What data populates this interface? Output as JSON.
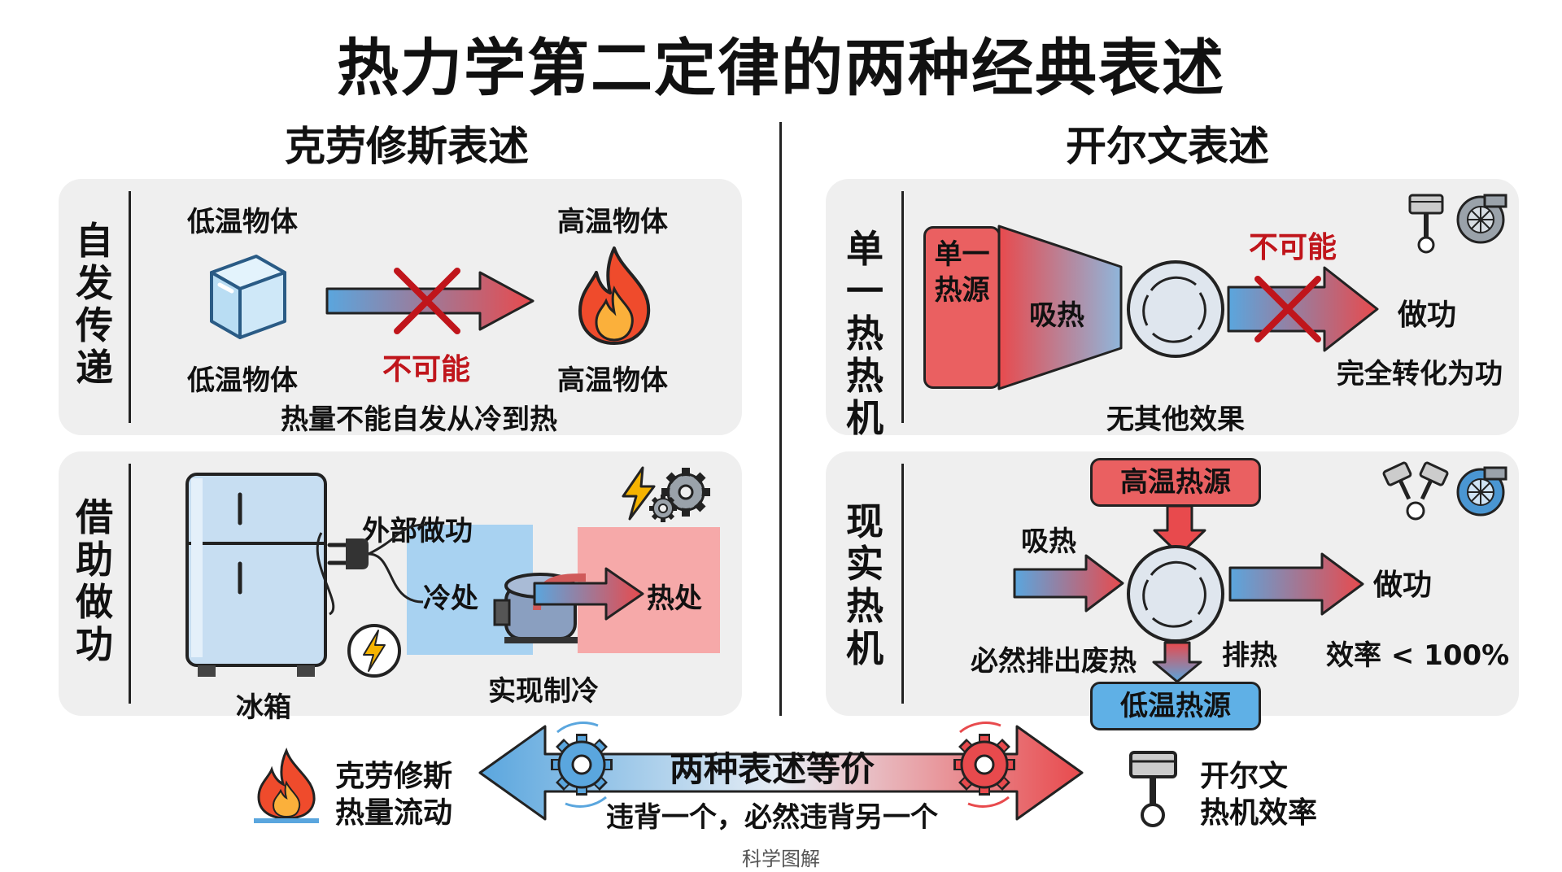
{
  "title": "热力学第二定律的两种经典表述",
  "left": {
    "title": "克劳修斯表述",
    "spontaneous": {
      "side_label": "自发传递",
      "cold_top": "低温物体",
      "cold_bottom": "低温物体",
      "hot_top": "高温物体",
      "hot_bottom": "高温物体",
      "impossible": "不可能",
      "caption": "热量不能自发从冷到热"
    },
    "work_assisted": {
      "side_label": "借助做功",
      "external_work": "外部做功",
      "cold": "冷处",
      "hot": "热处",
      "result": "实现制冷",
      "fridge": "冰箱"
    }
  },
  "right": {
    "title": "开尔文表述",
    "single": {
      "side_label": "单一热热机",
      "source": "单一热源",
      "absorb": "吸热",
      "impossible": "不可能",
      "work": "做功",
      "full_conversion": "完全转化为功",
      "caption": "无其他效果"
    },
    "real": {
      "side_label": "现实热机",
      "hot_source": "高温热源",
      "absorb": "吸热",
      "work": "做功",
      "waste": "必然排出废热",
      "exhaust": "排热",
      "efficiency": "效率 < 100%",
      "cold_source": "低温热源"
    }
  },
  "bottom": {
    "equivalence": "两种表述等价",
    "violation": "违背一个，必然违背另一个",
    "left_line1": "克劳修斯",
    "left_line2": "热量流动",
    "right_line1": "开尔文",
    "right_line2": "热机效率"
  },
  "footer": "科学图解",
  "colors": {
    "hot_red": "#e84a4d",
    "cold_blue": "#5aa6de",
    "panel_gray": "#efefef",
    "cross_red": "#c0151b",
    "dark": "#222222"
  },
  "icons": [
    "ice-cube-icon",
    "flame-icon",
    "refrigerator-icon",
    "plug-icon",
    "lightning-icon",
    "gear-icon",
    "compressor-icon",
    "piston-icon",
    "turbine-icon",
    "cross-icon"
  ]
}
